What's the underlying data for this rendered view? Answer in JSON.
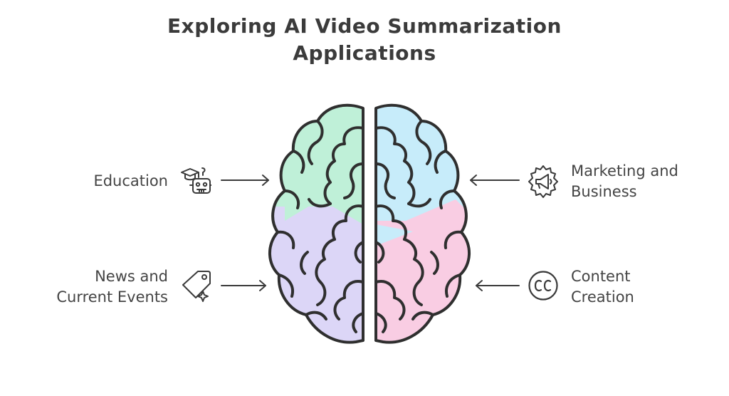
{
  "title": {
    "line1": "Exploring AI Video Summarization",
    "line2": "Applications"
  },
  "items": {
    "education": {
      "line1": "Education",
      "icon": "graduation-robot-icon"
    },
    "marketing": {
      "line1": "Marketing and",
      "line2": "Business",
      "icon": "megaphone-badge-icon"
    },
    "news": {
      "line1": "News and",
      "line2": "Current Events",
      "icon": "tag-sparkle-icon"
    },
    "content": {
      "line1": "Content",
      "line2": "Creation",
      "icon": "closed-captions-icon"
    }
  },
  "colors": {
    "stroke": "#3a3a3a",
    "green": "#bff0d8",
    "blue": "#c7ecfa",
    "purple": "#dcd6f7",
    "pink": "#f9cde3"
  }
}
